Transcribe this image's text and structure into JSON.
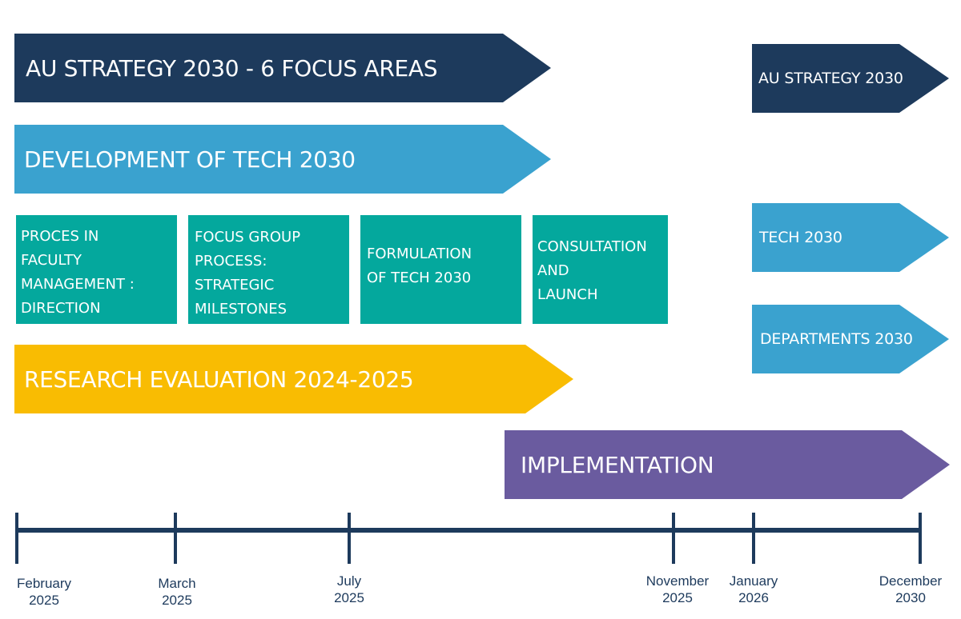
{
  "bars": {
    "au_strategy_focus": "AU STRATEGY 2030 - 6 FOCUS AREAS",
    "development_tech": "DEVELOPMENT OF TECH 2030",
    "research_evaluation": "RESEARCH EVALUATION 2024-2025",
    "implementation": "IMPLEMENTATION"
  },
  "process_boxes": [
    {
      "lines": [
        "PROCES IN",
        "FACULTY",
        "MANAGEMENT :",
        "DIRECTION"
      ]
    },
    {
      "lines": [
        "FOCUS GROUP",
        "PROCESS:",
        "STRATEGIC",
        "MILESTONES"
      ]
    },
    {
      "lines": [
        "FORMULATION",
        "OF TECH 2030"
      ]
    },
    {
      "lines": [
        "CONSULTATION",
        "AND",
        "LAUNCH"
      ]
    }
  ],
  "side_arrows": {
    "au_strategy": "AU STRATEGY 2030",
    "tech": "TECH 2030",
    "departments": "DEPARTMENTS 2030"
  },
  "timeline": {
    "ticks": [
      {
        "month": "February",
        "year": "2025"
      },
      {
        "month": "March",
        "year": "2025"
      },
      {
        "month": "July",
        "year": "2025"
      },
      {
        "month": "November",
        "year": "2025"
      },
      {
        "month": "January",
        "year": "2026"
      },
      {
        "month": "December",
        "year": "2030"
      }
    ]
  },
  "colors": {
    "navy": "#1d3a5c",
    "blue": "#3aa2cf",
    "teal": "#04a89d",
    "yellow": "#f9bc02",
    "purple": "#6a5b9f"
  }
}
